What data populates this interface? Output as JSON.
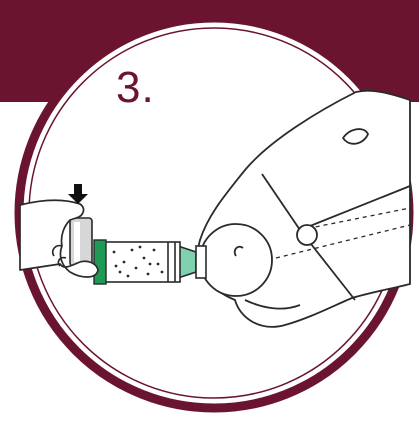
{
  "step": {
    "number_label": "3."
  },
  "colors": {
    "brand": "#6b1430",
    "outline": "#2a2a2a",
    "ring_green": "#1f9a55",
    "mask_green": "#7fd1b0",
    "background": "#ffffff"
  },
  "icons": [
    "press-arrow-icon",
    "inhaler-canister",
    "spacer-chamber",
    "spacer-mask",
    "horse-head"
  ]
}
